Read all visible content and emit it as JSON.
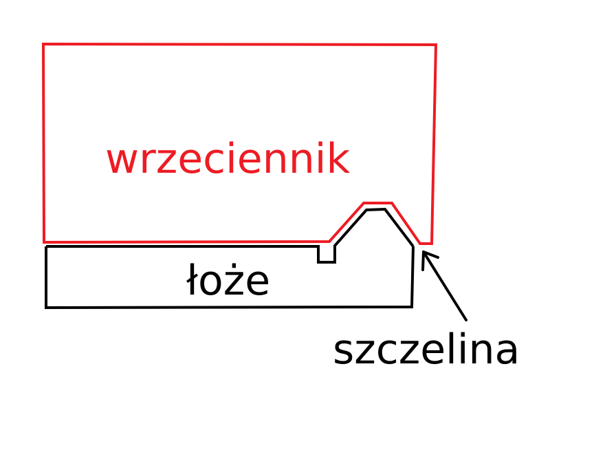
{
  "labels": {
    "headstock": "wrzeciennik",
    "bed": "łoże",
    "gap": "szczelina"
  },
  "colors": {
    "headstock": "#ed1c24",
    "bed": "#000000",
    "annotation": "#000000",
    "background": "#ffffff"
  }
}
